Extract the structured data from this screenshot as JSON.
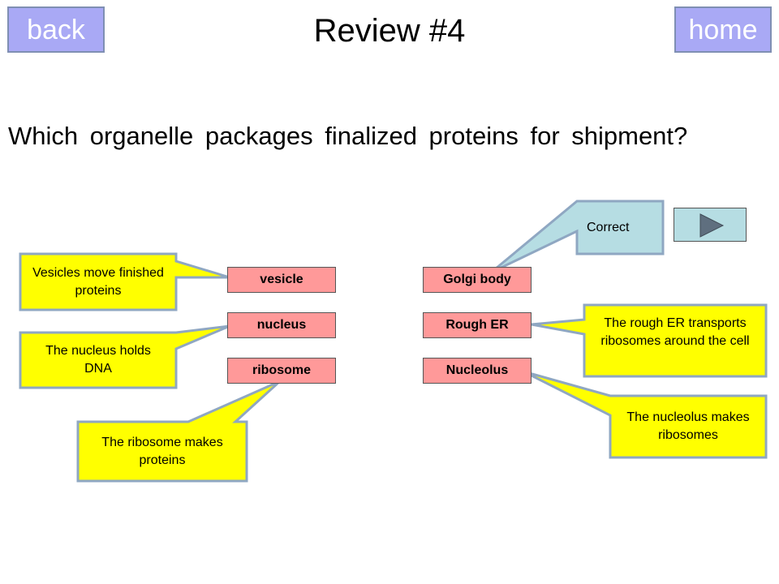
{
  "nav": {
    "back_label": "back",
    "home_label": "home"
  },
  "title": "Review #4",
  "question": "Which organelle packages finalized proteins for shipment?",
  "answers": {
    "vesicle": "vesicle",
    "nucleus": "nucleus",
    "ribosome": "ribosome",
    "golgi": "Golgi body",
    "rough_er": "Rough ER",
    "nucleolus": "Nucleolus"
  },
  "feedback": {
    "vesicle": "Vesicles move finished proteins",
    "nucleus": "The nucleus holds DNA",
    "ribosome": "The ribosome makes proteins",
    "golgi": "Correct",
    "rough_er": "The rough ER transports ribosomes around the cell",
    "nucleolus": "The nucleolus makes ribosomes"
  },
  "colors": {
    "nav_button": "#a9a9f5",
    "answer_box": "#ff9999",
    "callout": "#ffff00",
    "correct_callout": "#b6dde3"
  },
  "icons": {
    "next": "play-arrow-icon"
  }
}
